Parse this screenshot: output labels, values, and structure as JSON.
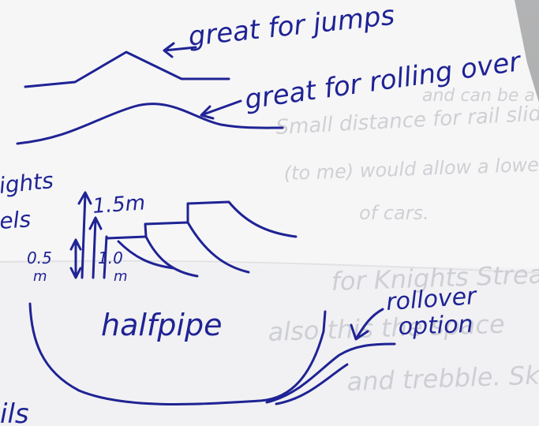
{
  "annotations": {
    "jumps": "great for jumps",
    "rolling": "great for rolling over",
    "heights_partial": "ights",
    "levels_partial": "els",
    "height_large": "1.5m",
    "height_small": "0.5",
    "height_small_unit": "m",
    "height_mid": "1.0",
    "height_mid_unit": "m",
    "half_pipe": "halfpipe",
    "rollover_line1": "rollover",
    "rollover_line2": "option",
    "bottom_partial": "ils"
  },
  "bleed_through": {
    "line1": "and can be a pipe Small",
    "line2": "Small distance for rail slides",
    "line3": "(to me) would allow a lower",
    "line4": "of cars.",
    "line5": "for Knights Stream",
    "line6": "also this the space",
    "line7": "and trebble. Skate pole"
  },
  "colors": {
    "ink": "#1f2394",
    "paper": "#f6f6f7",
    "background": "#a9aaa9"
  }
}
